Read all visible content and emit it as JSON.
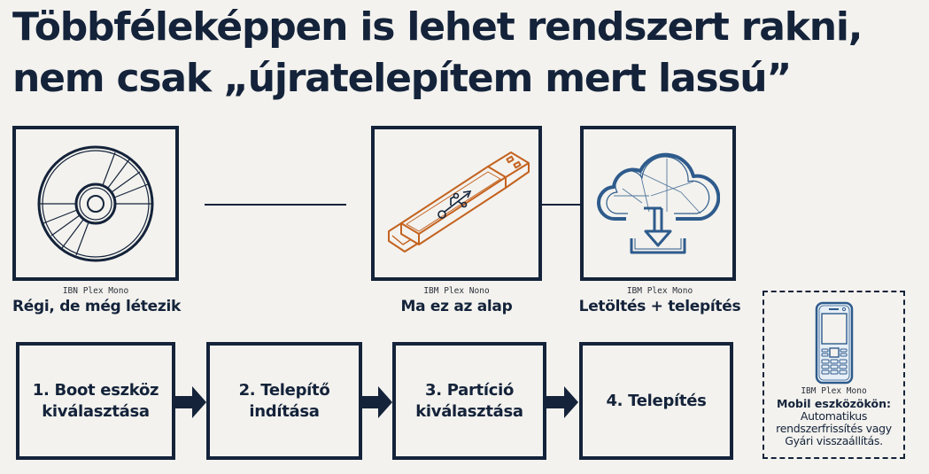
{
  "title": {
    "line1": "Többféleképpen is lehet rendszert rakni,",
    "line2": "nem csak „újratelepítem mert lassú”"
  },
  "media": [
    {
      "icon": "cd-disc-icon",
      "font_note": "IBN Plex Mono",
      "label": "Régi, de még létezik"
    },
    {
      "icon": "usb-drive-icon",
      "font_note": "IBM Plex Nono",
      "label": "Ma ez az alap"
    },
    {
      "icon": "cloud-download-icon",
      "font_note": "IBM Plex Mono",
      "label": "Letöltés + telepítés"
    }
  ],
  "steps": [
    {
      "line1": "1. Boot eszköz",
      "line2": "kiválasztása"
    },
    {
      "line1": "2. Telepítő",
      "line2": "indítása"
    },
    {
      "line1": "3. Partíció",
      "line2": "kiválasztása"
    },
    {
      "line1": "4. Telepítés",
      "line2": ""
    }
  ],
  "mobile": {
    "icon": "mobile-phone-icon",
    "font_note": "IBM Plex Mono",
    "heading": "Mobil eszközökön:",
    "body_line1": "Automatikus",
    "body_line2": "rendszerfrissítés vagy",
    "body_line3": "Gyári visszaállítás."
  },
  "colors": {
    "background": "#f3f2ee",
    "ink": "#14233a",
    "usb_orange": "#c4621f",
    "cloud_blue": "#2e5b8c"
  }
}
